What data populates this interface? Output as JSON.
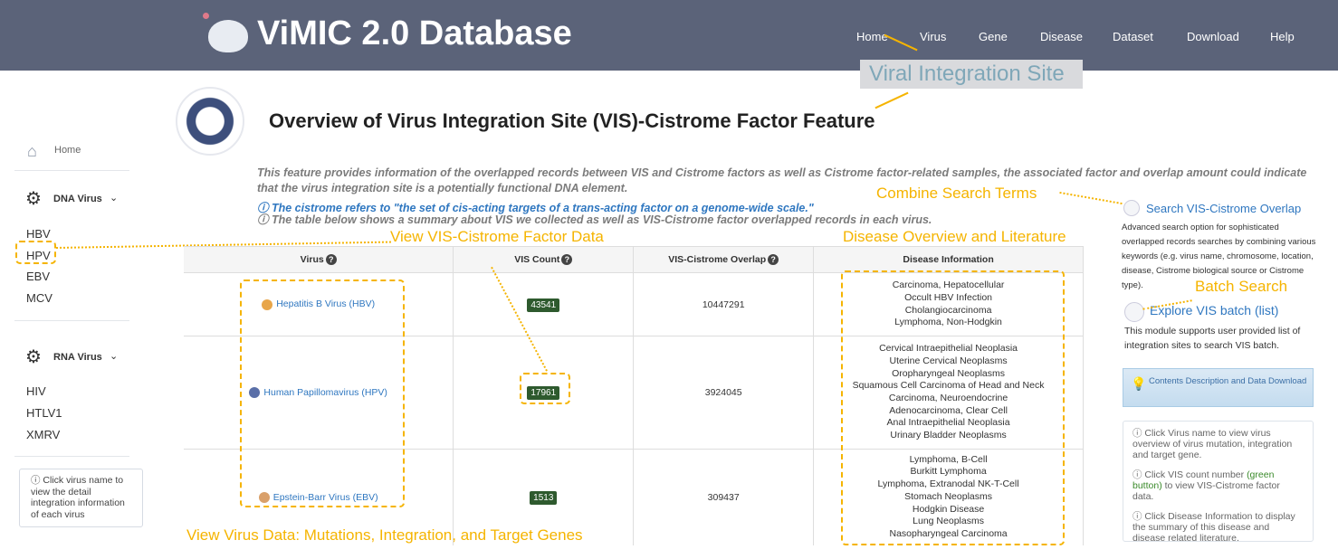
{
  "header": {
    "brand": "ViMIC 2.0 Database",
    "nav": [
      "Home",
      "Virus",
      "Gene",
      "Disease",
      "Dataset",
      "Download",
      "Help"
    ]
  },
  "page": {
    "title": "Overview of Virus Integration Site (VIS)-Cistrome Factor Feature",
    "intro": "This feature provides information of the overlapped records between VIS and Cistrome factors as well as Cistrome factor-related samples, the associated factor and overlap amount could indicate that the virus integration site is a potentially functional DNA element.",
    "cistrome_def": "The cistrome refers to \"the set of cis-acting targets of a trans-acting factor on a genome-wide scale.\"",
    "table_note": "The table below shows a summary about VIS we collected as well as VIS-Cistrome factor overlapped records in each virus."
  },
  "sidebar": {
    "home": "Home",
    "dna_group": "DNA Virus",
    "dna": [
      "HBV",
      "HPV",
      "EBV",
      "MCV"
    ],
    "rna_group": "RNA Virus",
    "rna": [
      "HIV",
      "HTLV1",
      "XMRV"
    ],
    "help": "Click virus name to view the detail integration information of each virus"
  },
  "table": {
    "headers": [
      "Virus",
      "VIS Count",
      "VIS-Cistrome Overlap",
      "Disease Information"
    ],
    "rows": [
      {
        "virus": "Hepatitis B Virus (HBV)",
        "count": "43541",
        "overlap": "10447291",
        "diseases": [
          "Carcinoma, Hepatocellular",
          "Occult HBV Infection",
          "Cholangiocarcinoma",
          "Lymphoma, Non-Hodgkin"
        ]
      },
      {
        "virus": "Human Papillomavirus (HPV)",
        "count": "17961",
        "overlap": "3924045",
        "diseases": [
          "Cervical Intraepithelial Neoplasia",
          "Uterine Cervical Neoplasms",
          "Oropharyngeal Neoplasms",
          "Squamous Cell Carcinoma of Head and Neck",
          "Carcinoma, Neuroendocrine",
          "Adenocarcinoma, Clear Cell",
          "Anal Intraepithelial Neoplasia",
          "Urinary Bladder Neoplasms"
        ]
      },
      {
        "virus": "Epstein-Barr Virus (EBV)",
        "count": "1513",
        "overlap": "309437",
        "diseases": [
          "Lymphoma, B-Cell",
          "Burkitt Lymphoma",
          "Lymphoma, Extranodal NK-T-Cell",
          "Stomach Neoplasms",
          "Hodgkin Disease",
          "Lung Neoplasms",
          "Nasopharyngeal Carcinoma"
        ]
      }
    ]
  },
  "right": {
    "search_title": "Search VIS-Cistrome Overlap",
    "search_desc": "Advanced search option for sophisticated overlapped records searches by combining various keywords (e.g. virus name, chromosome, location, disease, Cistrome biological source or Cistrome type).",
    "batch_title": "Explore VIS batch (list)",
    "batch_desc": "This module supports user provided list of integration sites to search VIS batch.",
    "download": "Contents Description and Data Download",
    "help1": "Click Virus name to view virus overview of virus mutation, integration and target gene.",
    "help2a": "Click VIS count number ",
    "help2b": "(green button)",
    "help2c": " to view VIS-Cistrome factor data.",
    "help3": "Click Disease Information to display the summary of this disease and disease related literature."
  },
  "annotations": {
    "viral_site": "Viral Integration Site",
    "combine": "Combine Search Terms",
    "view_factor": "View VIS-Cistrome Factor Data",
    "disease_lit": "Disease Overview and Literature",
    "batch": "Batch Search",
    "view_virus": "View Virus Data: Mutations, Integration, and Target Genes"
  },
  "colors": {
    "header": "#5b6379",
    "annotation": "#f5b400",
    "link": "#2f77c0",
    "badge": "#2e5a2e"
  }
}
